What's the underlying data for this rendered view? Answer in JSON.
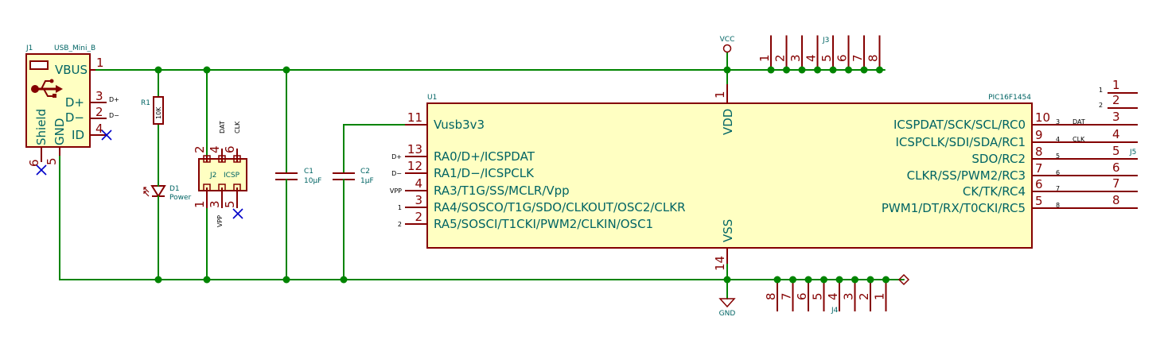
{
  "j1": {
    "ref": "J1",
    "value": "USB_Mini_B",
    "pins": {
      "vbus": "VBUS",
      "dp": "D+",
      "dm": "D−",
      "id": "ID",
      "gnd": "GND",
      "shield": "Shield"
    },
    "nums": {
      "vbus": "1",
      "dp": "3",
      "dm": "2",
      "id": "4",
      "gnd": "5",
      "shield": "6"
    }
  },
  "r1": {
    "ref": "R1",
    "value": "10K"
  },
  "d1": {
    "ref": "D1",
    "value": "Power"
  },
  "j2": {
    "ref": "J2",
    "value": "ICSP",
    "pins_top": [
      "2",
      "4",
      "6"
    ],
    "pins_bottom": [
      "1",
      "3",
      "5"
    ]
  },
  "c1": {
    "ref": "C1",
    "value": "10µF"
  },
  "c2": {
    "ref": "C2",
    "value": "1µF"
  },
  "vcc": {
    "label": "VCC"
  },
  "gnd": {
    "label": "GND"
  },
  "j3": {
    "ref": "J3",
    "pins": [
      "1",
      "2",
      "3",
      "4",
      "5",
      "6",
      "7",
      "8"
    ]
  },
  "j4": {
    "ref": "J4",
    "pins": [
      "8",
      "7",
      "6",
      "5",
      "4",
      "3",
      "2",
      "1"
    ]
  },
  "j5": {
    "ref": "J5",
    "pins": [
      "1",
      "2",
      "3",
      "4",
      "5",
      "6",
      "7",
      "8"
    ]
  },
  "u1": {
    "ref": "U1",
    "value": "PIC16F1454",
    "vdd": "VDD",
    "vdd_num": "1",
    "vss": "VSS",
    "vss_num": "14",
    "left": [
      {
        "num": "11",
        "name": "Vusb3v3",
        "net": ""
      },
      {
        "num": "13",
        "name": "RA0/D+/ICSPDAT",
        "net": "D+"
      },
      {
        "num": "12",
        "name": "RA1/D−/ICSPCLK",
        "net": "D−"
      },
      {
        "num": "4",
        "name": "RA3/T1G/SS/MCLR/Vpp",
        "net": "VPP"
      },
      {
        "num": "3",
        "name": "RA4/SOSCO/T1G/SDO/CLKOUT/OSC2/CLKR",
        "net": "1"
      },
      {
        "num": "2",
        "name": "RA5/SOSCI/T1CKI/PWM2/CLKIN/OSC1",
        "net": "2"
      }
    ],
    "right": [
      {
        "num": "10",
        "name": "ICSPDAT/SCK/SCL/RC0",
        "net": "3",
        "netname": "DAT"
      },
      {
        "num": "9",
        "name": "ICSPCLK/SDI/SDA/RC1",
        "net": "4",
        "netname": "CLK"
      },
      {
        "num": "8",
        "name": "SDO/RC2",
        "net": "5",
        "netname": ""
      },
      {
        "num": "7",
        "name": "CLKR/SS/PWM2/RC3",
        "net": "6",
        "netname": ""
      },
      {
        "num": "6",
        "name": "CK/TK/RC4",
        "net": "7",
        "netname": ""
      },
      {
        "num": "5",
        "name": "PWM1/DT/RX/T0CKI/RC5",
        "net": "8",
        "netname": ""
      }
    ]
  },
  "nets": {
    "dp": "D+",
    "dm": "D−",
    "dat": "DAT",
    "clk": "CLK",
    "vpp": "VPP"
  },
  "colors": {
    "wire": "#008400",
    "body": "#840000",
    "fill": "#ffffc2",
    "text": "#006464",
    "noconnect": "#0000c8"
  }
}
